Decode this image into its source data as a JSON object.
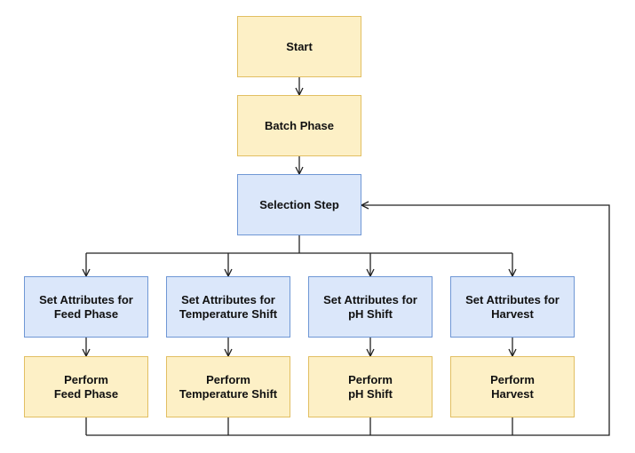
{
  "colors": {
    "process_fill": "#fdf0c6",
    "process_border": "#e2bf62",
    "step_fill": "#dbe7fa",
    "step_border": "#6f97d5",
    "edge": "#222222"
  },
  "nodes": {
    "start": {
      "text": "Start"
    },
    "batch": {
      "text": "Batch Phase"
    },
    "selection": {
      "text": "Selection Step"
    },
    "set_feed": {
      "line1": "Set Attributes for",
      "line2": "Feed Phase"
    },
    "set_temp": {
      "line1": "Set Attributes for",
      "line2": "Temperature Shift"
    },
    "set_ph": {
      "line1": "Set Attributes for",
      "line2": "pH Shift"
    },
    "set_harvest": {
      "line1": "Set Attributes for",
      "line2": "Harvest"
    },
    "perform_feed": {
      "line1": "Perform",
      "line2": "Feed Phase"
    },
    "perform_temp": {
      "line1": "Perform",
      "line2": "Temperature Shift"
    },
    "perform_ph": {
      "line1": "Perform",
      "line2": "pH Shift"
    },
    "perform_harvest": {
      "line1": "Perform",
      "line2": "Harvest"
    }
  },
  "edges": [
    {
      "from": "start",
      "to": "batch"
    },
    {
      "from": "batch",
      "to": "selection"
    },
    {
      "from": "selection",
      "to": "set_feed"
    },
    {
      "from": "selection",
      "to": "set_temp"
    },
    {
      "from": "selection",
      "to": "set_ph"
    },
    {
      "from": "selection",
      "to": "set_harvest"
    },
    {
      "from": "set_feed",
      "to": "perform_feed"
    },
    {
      "from": "set_temp",
      "to": "perform_temp"
    },
    {
      "from": "set_ph",
      "to": "perform_ph"
    },
    {
      "from": "set_harvest",
      "to": "perform_harvest"
    },
    {
      "from": "perform_feed",
      "to": "selection"
    },
    {
      "from": "perform_temp",
      "to": "selection"
    },
    {
      "from": "perform_ph",
      "to": "selection"
    },
    {
      "from": "perform_harvest",
      "to": "selection"
    }
  ]
}
